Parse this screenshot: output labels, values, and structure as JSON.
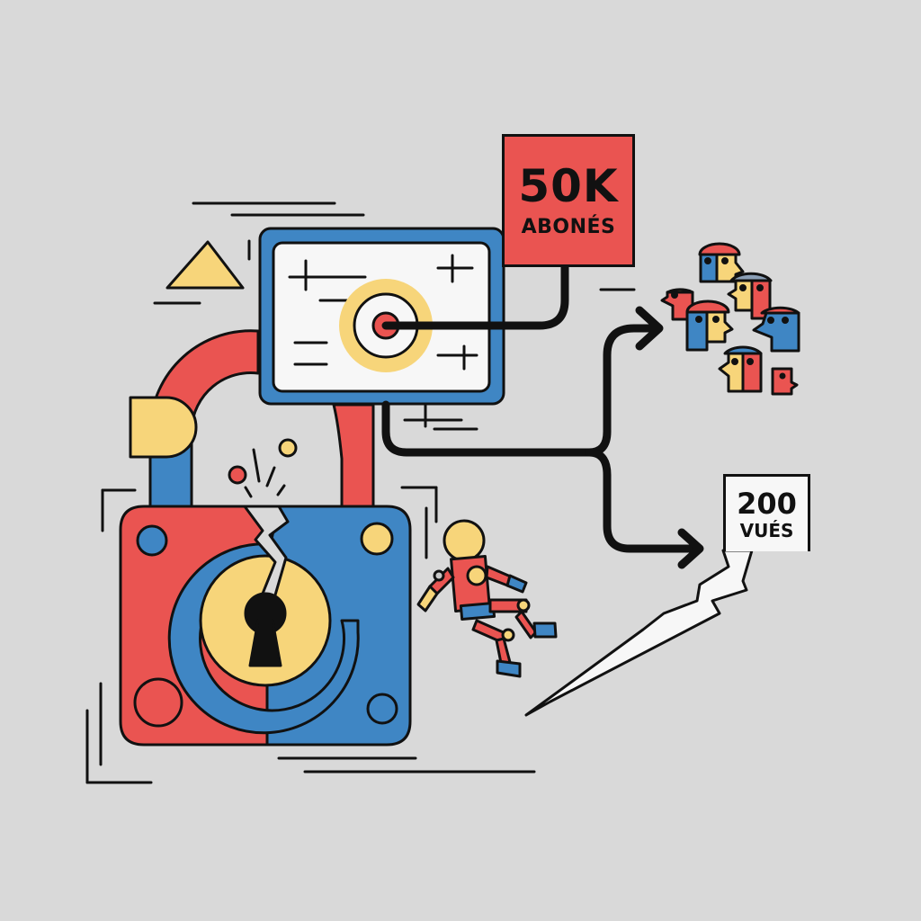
{
  "illustration": {
    "theme": "broken padlock with monitor, audience growth and views",
    "background_color": "#d9d9d9",
    "palette": {
      "red": "#ea5451",
      "blue": "#3f86c4",
      "yellow": "#f7d57a",
      "white": "#f7f7f7",
      "outline": "#111111"
    }
  },
  "subscribers_sign": {
    "value": "50K",
    "label": "ABONÉS"
  },
  "views_sign": {
    "value": "200",
    "label": "VUÉS"
  },
  "icons": {
    "padlock": "broken-padlock-icon",
    "keyhole": "keyhole-icon",
    "monitor": "monitor-target-icon",
    "target": "target-icon",
    "audience": "audience-heads-icon",
    "figure": "falling-figure-icon",
    "lightning": "lightning-bolt-icon",
    "triangle": "triangle-icon",
    "arrows": "branching-arrow-icon"
  }
}
